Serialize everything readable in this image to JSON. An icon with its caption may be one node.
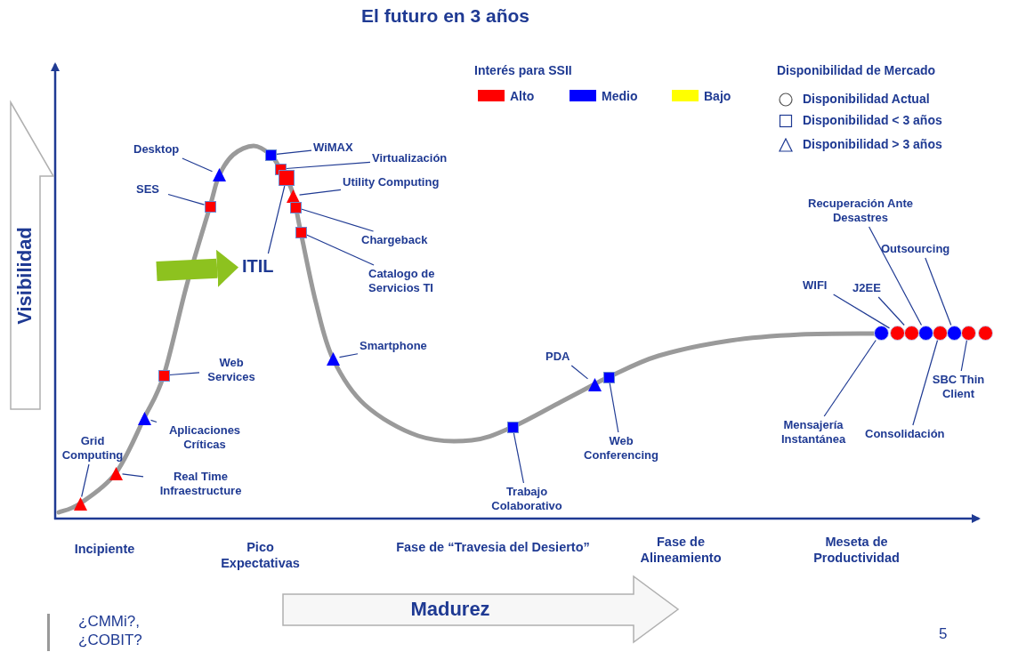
{
  "diagram": {
    "title": "El futuro en 3 años",
    "nodes": [
      {
        "text": [
          "Visibilidad"
        ]
      },
      {
        "text": [
          "Desktop"
        ]
      },
      {
        "text": [
          "SES"
        ]
      },
      {
        "text": [
          "WiMAX"
        ]
      },
      {
        "text": [
          "Virtualización"
        ]
      },
      {
        "text": [
          "Utility Computing"
        ]
      },
      {
        "text": [
          "ITIL"
        ]
      },
      {
        "text": [
          "Chargeback"
        ]
      },
      {
        "text": [
          "Catalogo de Servicios TI"
        ]
      },
      {
        "text": [
          "Smartphone"
        ]
      },
      {
        "text": [
          "Web Services"
        ]
      },
      {
        "text": [
          "Aplicaciones Críticas"
        ]
      },
      {
        "text": [
          "Grid Computing"
        ]
      },
      {
        "text": [
          "Real Time Infraestructure"
        ]
      },
      {
        "text": [
          "PDA"
        ]
      },
      {
        "text": [
          "Web Conferencing"
        ]
      },
      {
        "text": [
          "Trabajo Colaborativo"
        ]
      },
      {
        "text": [
          "Recuperación Ante Desastres"
        ]
      },
      {
        "text": [
          "Outsourcing"
        ]
      },
      {
        "text": [
          "WIFI"
        ]
      },
      {
        "text": [
          "J2EE"
        ]
      },
      {
        "text": [
          "SBC Thin Client"
        ]
      },
      {
        "text": [
          "Mensajería Instantánea"
        ]
      },
      {
        "text": [
          "Consolidación"
        ]
      },
      {
        "text": [
          "Madurez"
        ]
      },
      {
        "text": [],
        "shape": "triangle"
      },
      {
        "text": [],
        "shape": "triangle"
      },
      {
        "text": [],
        "shape": "triangle"
      },
      {
        "text": [],
        "shape": "box"
      },
      {
        "text": [],
        "shape": "box"
      },
      {
        "text": [],
        "shape": "triangle"
      },
      {
        "text": [],
        "shape": "box"
      },
      {
        "text": [],
        "shape": "box"
      },
      {
        "text": [],
        "shape": "box"
      },
      {
        "text": [],
        "shape": "triangle"
      },
      {
        "text": [],
        "shape": "box"
      },
      {
        "text": [],
        "shape": "box"
      },
      {
        "text": [],
        "shape": "triangle"
      },
      {
        "text": [],
        "shape": "box"
      },
      {
        "text": [],
        "shape": "triangle"
      },
      {
        "text": [],
        "shape": "box"
      },
      {
        "text": [],
        "shape": "circle"
      },
      {
        "text": [],
        "shape": "circle"
      },
      {
        "text": [],
        "shape": "circle"
      },
      {
        "text": [],
        "shape": "circle"
      },
      {
        "text": [],
        "shape": "circle"
      },
      {
        "text": [],
        "shape": "circle"
      },
      {
        "text": [],
        "shape": "circle"
      },
      {
        "text": [],
        "shape": "circle"
      }
    ],
    "edges": [
      {
        "from": 12,
        "to": 25,
        "arrow": "none"
      },
      {
        "from": 13,
        "to": 26,
        "arrow": "none"
      },
      {
        "from": 11,
        "to": 27,
        "arrow": "none"
      },
      {
        "from": 10,
        "to": 28,
        "arrow": "none"
      },
      {
        "from": 2,
        "to": 29,
        "arrow": "none"
      },
      {
        "from": 1,
        "to": 30,
        "arrow": "none"
      },
      {
        "from": 3,
        "to": 31,
        "arrow": "none"
      },
      {
        "from": 4,
        "to": 32,
        "arrow": "none"
      },
      {
        "from": 6,
        "to": 33,
        "arrow": "none"
      },
      {
        "from": 5,
        "to": 34,
        "arrow": "none"
      },
      {
        "from": 7,
        "to": 35,
        "arrow": "none"
      },
      {
        "from": 8,
        "to": 36,
        "arrow": "none"
      },
      {
        "from": 9,
        "to": 37,
        "arrow": "none"
      },
      {
        "from": 16,
        "to": 38,
        "arrow": "none"
      },
      {
        "from": 14,
        "to": 39,
        "arrow": "none"
      },
      {
        "from": 15,
        "to": 40,
        "arrow": "none"
      },
      {
        "from": 22,
        "to": 41,
        "arrow": "none"
      },
      {
        "from": 19,
        "to": 42,
        "arrow": "none"
      },
      {
        "from": 20,
        "to": 43,
        "arrow": "none"
      },
      {
        "from": 17,
        "to": 44,
        "arrow": "none"
      },
      {
        "from": 23,
        "to": 45,
        "arrow": "none"
      },
      {
        "from": 18,
        "to": 46,
        "arrow": "none"
      },
      {
        "from": 21,
        "to": 47,
        "arrow": "none"
      },
      {
        "from": null,
        "to": 6,
        "arrow": "to",
        "style": "thick",
        "color": "#8dc21f"
      }
    ],
    "labels": [
      "Interés para SSII",
      "Disponibilidad de Mercado",
      "Incipiente",
      "Pico Expectativas",
      "Fase de “Travesia del Desierto”",
      "Fase de Alineamiento",
      "Meseta de Productividad",
      "¿CMMi?, ¿COBIT?",
      "5"
    ],
    "legend": [
      {
        "text": "Alto",
        "color": "#ff0000"
      },
      {
        "text": "Medio",
        "color": "#0000ff"
      },
      {
        "text": "Bajo",
        "color": "#ffff00"
      },
      {
        "text": "Disponibilidad Actual"
      },
      {
        "text": "Disponibilidad < 3 años"
      },
      {
        "text": "Disponibilidad > 3 años"
      }
    ]
  }
}
